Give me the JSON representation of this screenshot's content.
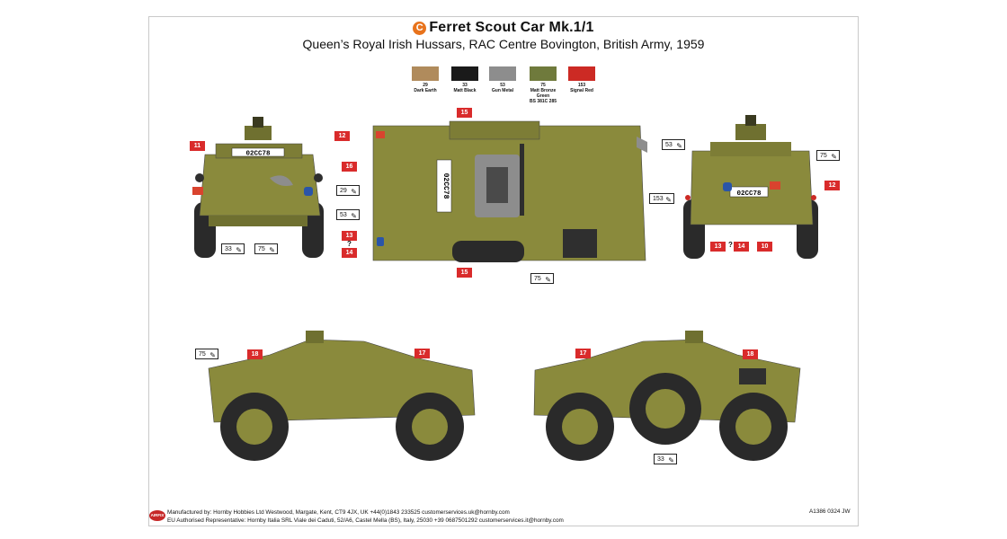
{
  "header": {
    "copyright_symbol": "C",
    "title": "Ferret Scout Car Mk.1/1",
    "subtitle": "Queen’s Royal Irish Hussars, RAC Centre Bovington, British Army, 1959"
  },
  "paints": [
    {
      "number": "29",
      "name": "Dark Earth",
      "extra": "",
      "color": "#b08b5c"
    },
    {
      "number": "33",
      "name": "Matt Black",
      "extra": "",
      "color": "#1a1a1a"
    },
    {
      "number": "53",
      "name": "Gun Metal",
      "extra": "",
      "color": "#8d8d8d"
    },
    {
      "number": "75",
      "name": "Matt Bronze Green",
      "extra": "BS 381C 285",
      "color": "#6f7a3c"
    },
    {
      "number": "153",
      "name": "Signal Red",
      "extra": "",
      "color": "#cc2a24"
    }
  ],
  "vehicle": {
    "registration": "02CC78",
    "body_color": "#8a8a3c",
    "shade_color": "#6f7030",
    "tyre_color": "#2a2a2a"
  },
  "callouts": {
    "front": [
      "11",
      "75",
      "33"
    ],
    "top": [
      "12",
      "16",
      "29",
      "53",
      "13",
      "?",
      "14",
      "15",
      "15",
      "53",
      "75"
    ],
    "rear": [
      "75",
      "12",
      "153",
      "13",
      "?",
      "14",
      "10"
    ],
    "left": [
      "75",
      "18",
      "17"
    ],
    "right": [
      "17",
      "18",
      "33"
    ]
  },
  "footer": {
    "line1": "Manufactured by: Hornby Hobbies Ltd Westwood, Margate, Kent, CT9 4JX, UK +44(0)1843 233525 customerservices.uk@hornby.com",
    "line2": "EU Authorised Representative: Hornby Italia SRL Viale dei Caduti, 52/A6, Castel Mella (BS), Italy, 25030 +39 0687501292 customerservices.it@hornby.com",
    "brand": "AIRFIX",
    "code": "A1386 0324 JW"
  }
}
